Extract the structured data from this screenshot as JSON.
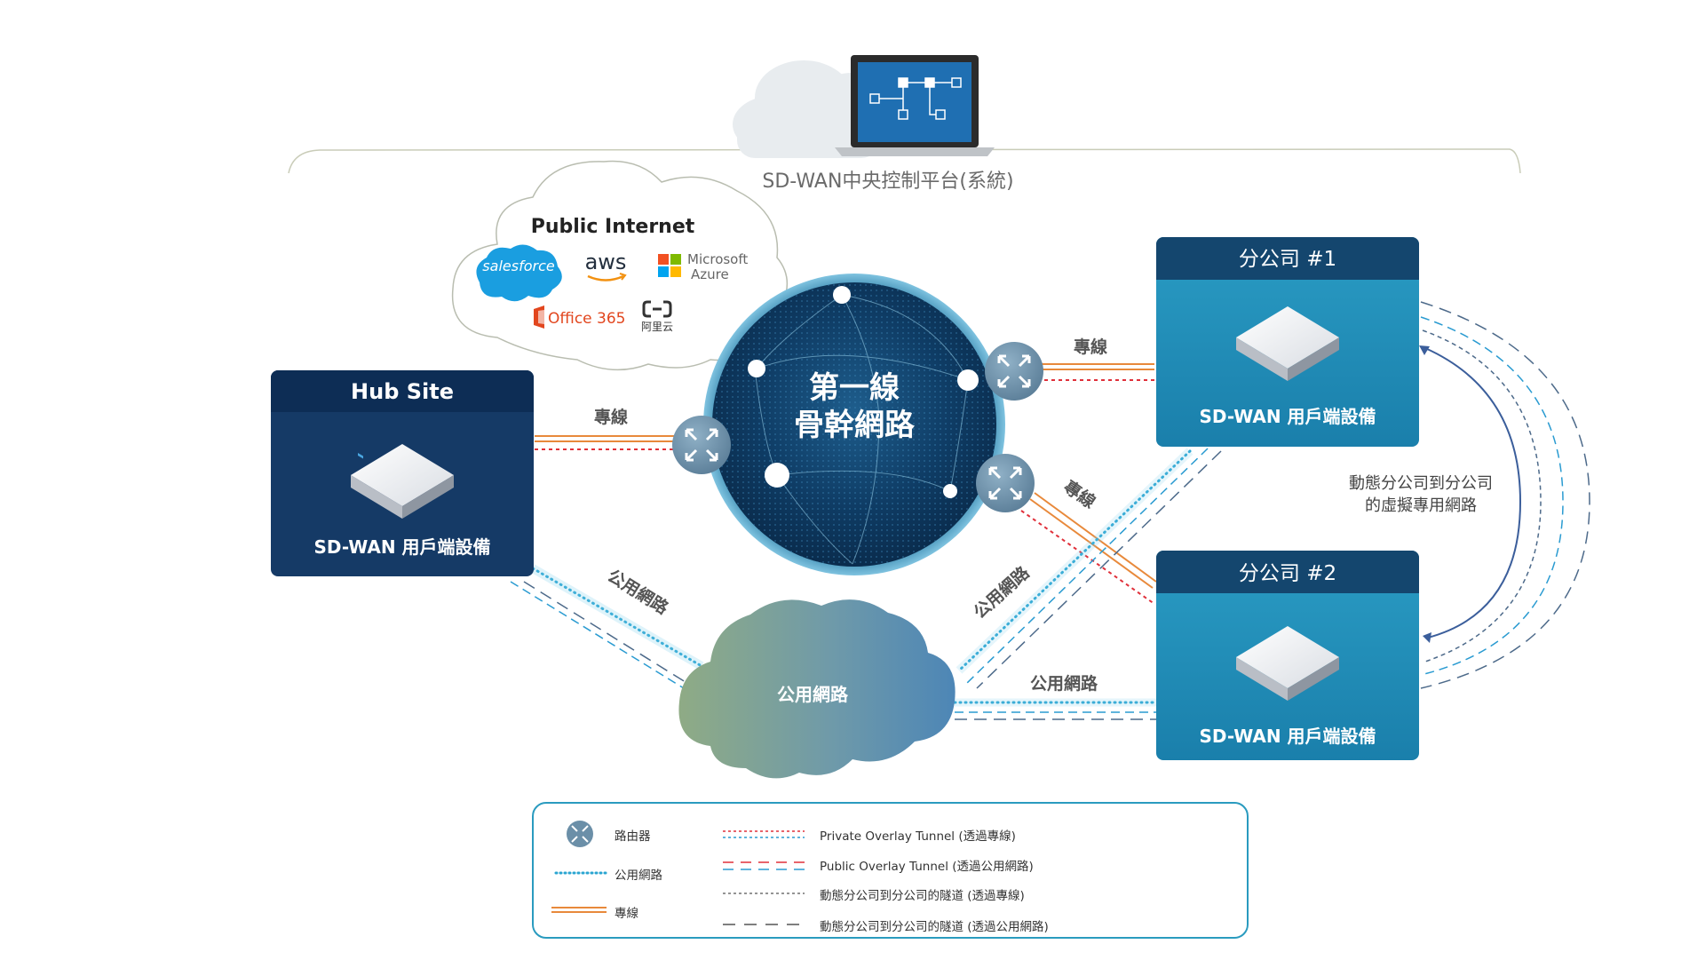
{
  "platform": {
    "label": "SD-WAN中央控制平台(系統)"
  },
  "public_internet": {
    "title": "Public Internet",
    "logos": [
      "salesforce",
      "aws",
      "Microsoft Azure",
      "Office 365",
      "阿里云"
    ],
    "azure_line1": "Microsoft",
    "azure_line2": "Azure",
    "office_label": "Office 365",
    "aliyun_label": "阿里云",
    "salesforce_label": "salesforce",
    "aws_label": "aws"
  },
  "backbone": {
    "line1": "第一線",
    "line2": "骨幹網路"
  },
  "hub": {
    "title": "Hub Site",
    "device": "SD-WAN 用戶端設備"
  },
  "branch1": {
    "title": "分公司 #1",
    "device": "SD-WAN 用戶端設備"
  },
  "branch2": {
    "title": "分公司 #2",
    "device": "SD-WAN 用戶端設備"
  },
  "public_cloud": {
    "label": "公用網路"
  },
  "links": {
    "hub_leased": "專線",
    "b1_leased": "專線",
    "b2_leased": "專線",
    "hub_public": "公用網路",
    "b1_public": "公用網路",
    "b2_public": "公用網路"
  },
  "dynamic_vpn": {
    "line1": "動態分公司到分公司",
    "line2": "的虛擬專用網路"
  },
  "legend": {
    "router": "路由器",
    "public": "公用網路",
    "leased": "專線",
    "private_tunnel": "Private Overlay Tunnel (透過專線)",
    "public_tunnel": "Public Overlay Tunnel (透過公用網路)",
    "dyn_leased": "動態分公司到分公司的隧道 (透過專線)",
    "dyn_public": "動態分公司到分公司的隧道 (透過公用網路)"
  },
  "colors": {
    "navy": "#153a66",
    "teal": "#1a8fb5",
    "leased_orange": "#e8893b",
    "private_red": "#e0303a",
    "public_dot": "#2aa5d1",
    "router": "#6b8fa8"
  }
}
